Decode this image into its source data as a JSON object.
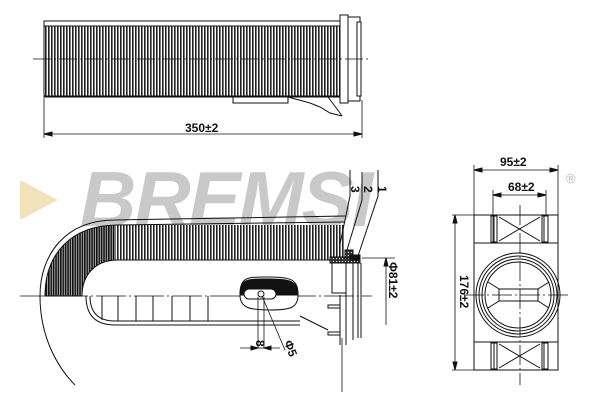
{
  "watermark": {
    "brand": "BREMSI",
    "registered_mark": "®",
    "arrow_color": "#f3e3bd",
    "text_color": "#c9c9c9"
  },
  "side_view": {
    "length_label": "350±2"
  },
  "section_view": {
    "callouts": [
      "1",
      "2",
      "3"
    ],
    "outlet_diameter_label": "Φ81±2",
    "tab_width_label": "8",
    "hole_diameter_label": "Φ5"
  },
  "end_view": {
    "width_label": "95±2",
    "inner_width_label": "68±2",
    "height_label": "176±2"
  },
  "colors": {
    "line": "#111111",
    "background": "#ffffff"
  }
}
